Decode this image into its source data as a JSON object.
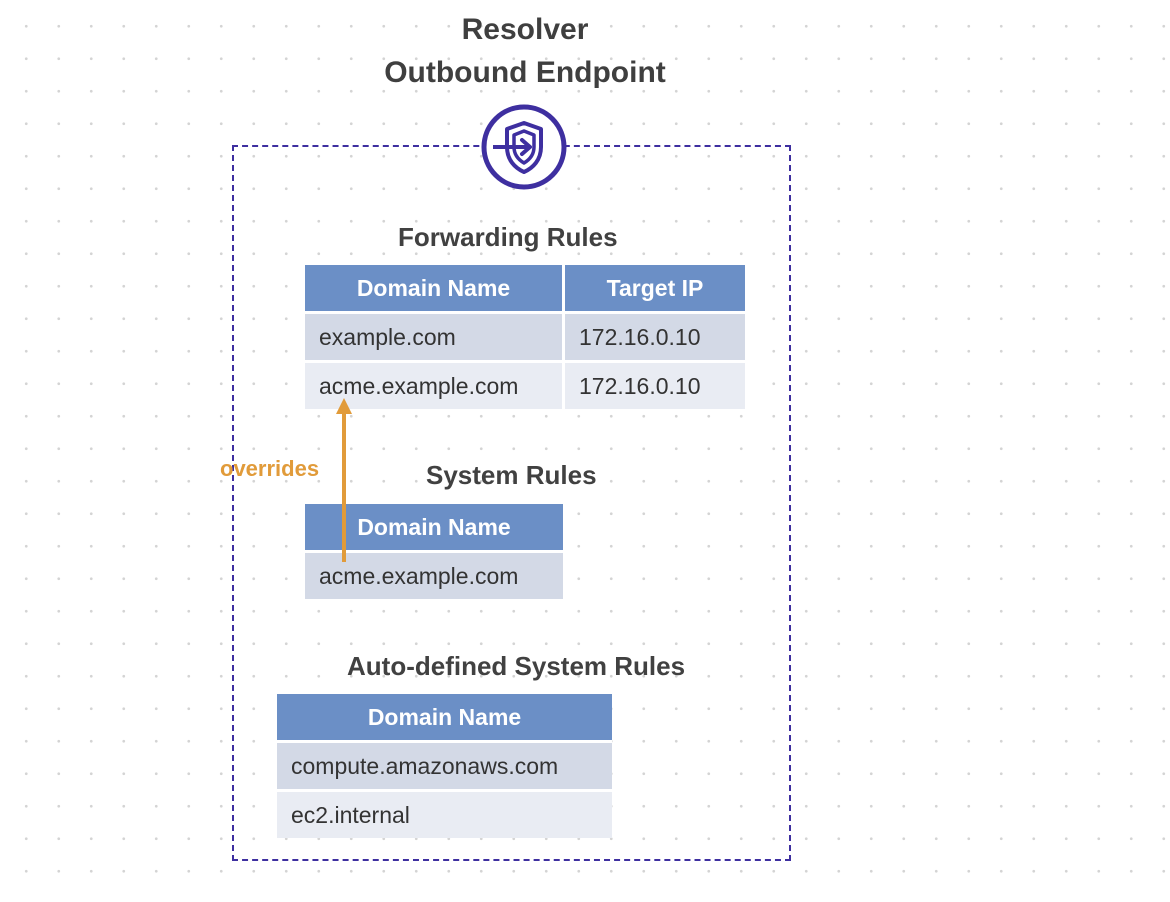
{
  "endpoint": {
    "title_line1": "Resolver",
    "title_line2": "Outbound Endpoint",
    "icon": "resolver-endpoint-shield-icon",
    "accent_color": "#3e2fa0"
  },
  "forwarding_rules": {
    "title": "Forwarding Rules",
    "columns": [
      "Domain Name",
      "Target IP"
    ],
    "rows": [
      [
        "example.com",
        "172.16.0.10"
      ],
      [
        "acme.example.com",
        "172.16.0.10"
      ]
    ]
  },
  "system_rules": {
    "title": "System Rules",
    "columns": [
      "Domain Name"
    ],
    "rows": [
      [
        "acme.example.com"
      ]
    ]
  },
  "auto_defined_rules": {
    "title": "Auto-defined System Rules",
    "columns": [
      "Domain Name"
    ],
    "rows": [
      [
        "compute.amazonaws.com"
      ],
      [
        "ec2.internal"
      ]
    ]
  },
  "relation": {
    "label": "overrides",
    "color": "#e19b3a"
  },
  "colors": {
    "header": "#6b8fc6",
    "row_odd": "#d3d9e6",
    "row_even": "#e9ecf3"
  }
}
